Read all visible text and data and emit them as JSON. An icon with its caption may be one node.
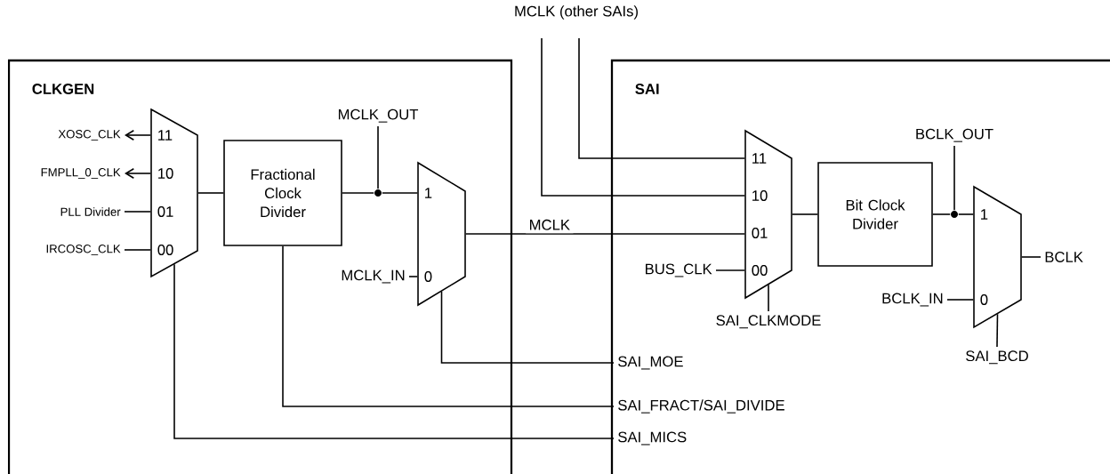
{
  "diagram": {
    "nodes": [
      {
        "text": [
          "CLKGEN"
        ]
      },
      {
        "text": [
          "SAI"
        ]
      },
      {
        "text": [
          "11",
          "10",
          "01",
          "00"
        ],
        "in": 0
      },
      {
        "text": [
          "Fractional Clock Divider"
        ],
        "in": 0
      },
      {
        "text": [
          "1",
          "0"
        ],
        "in": 0
      },
      {
        "text": [
          "11",
          "10",
          "01",
          "00"
        ],
        "in": 1
      },
      {
        "text": [
          "Bit Clock Divider"
        ],
        "in": 1
      },
      {
        "text": [
          "1",
          "0"
        ],
        "in": 1
      },
      {
        "text": [
          "XOSC_CLK"
        ],
        "in": 0
      },
      {
        "text": [
          "FMPLL_0_CLK"
        ],
        "in": 0
      },
      {
        "text": [
          "PLL Divider"
        ],
        "in": 0
      },
      {
        "text": [
          "IRCOSC_CLK"
        ],
        "in": 0
      },
      {
        "text": [
          "MCLK_OUT"
        ],
        "in": 0
      },
      {
        "text": [
          "MCLK_IN"
        ],
        "in": 0
      },
      {
        "text": [
          "MCLK (other SAIs)"
        ]
      },
      {
        "text": [
          "BUS_CLK"
        ],
        "in": 1
      },
      {
        "text": [
          "BCLK_OUT"
        ],
        "in": 1
      },
      {
        "text": [
          "BCLK_IN"
        ],
        "in": 1
      },
      {
        "text": [
          "BCLK"
        ],
        "in": 1
      },
      {
        "text": [
          "SAI_CLKMODE"
        ],
        "in": 1
      },
      {
        "text": [
          "SAI_BCD"
        ],
        "in": 1
      },
      {
        "text": [
          "SAI_MOE"
        ],
        "in": 1
      },
      {
        "text": [
          "SAI_FRACT/SAI_DIVIDE"
        ],
        "in": 1
      },
      {
        "text": [
          "SAI_MICS"
        ],
        "in": 1
      },
      {
        "text": [],
        "shape": "dot",
        "in": 0
      },
      {
        "text": [],
        "shape": "dot",
        "in": 1
      }
    ],
    "edges": [
      {
        "from": 2,
        "to": 8,
        "arrow": "to"
      },
      {
        "from": 2,
        "to": 9,
        "arrow": "to"
      },
      {
        "from": 10,
        "to": 2,
        "arrow": "none"
      },
      {
        "from": 11,
        "to": 2,
        "arrow": "none"
      },
      {
        "from": 2,
        "to": 3,
        "arrow": "none"
      },
      {
        "from": 3,
        "to": 24,
        "arrow": "none"
      },
      {
        "from": 24,
        "to": 4,
        "arrow": "none"
      },
      {
        "from": 24,
        "to": 12,
        "arrow": "none"
      },
      {
        "from": 13,
        "to": 4,
        "arrow": "none"
      },
      {
        "from": 4,
        "to": 5,
        "arrow": "none",
        "label": "MCLK"
      },
      {
        "from": 14,
        "to": 5,
        "arrow": "none"
      },
      {
        "from": 14,
        "to": 5,
        "arrow": "none"
      },
      {
        "from": 15,
        "to": 5,
        "arrow": "none"
      },
      {
        "from": 5,
        "to": 6,
        "arrow": "none"
      },
      {
        "from": 6,
        "to": 25,
        "arrow": "none"
      },
      {
        "from": 25,
        "to": 7,
        "arrow": "none"
      },
      {
        "from": 25,
        "to": 16,
        "arrow": "none"
      },
      {
        "from": 17,
        "to": 7,
        "arrow": "none"
      },
      {
        "from": 7,
        "to": 18,
        "arrow": "none"
      },
      {
        "from": 5,
        "to": 19,
        "arrow": "none"
      },
      {
        "from": 7,
        "to": 20,
        "arrow": "none"
      },
      {
        "from": 21,
        "to": 4,
        "arrow": "none"
      },
      {
        "from": 22,
        "to": 3,
        "arrow": "none"
      },
      {
        "from": 23,
        "to": 2,
        "arrow": "none"
      }
    ]
  }
}
